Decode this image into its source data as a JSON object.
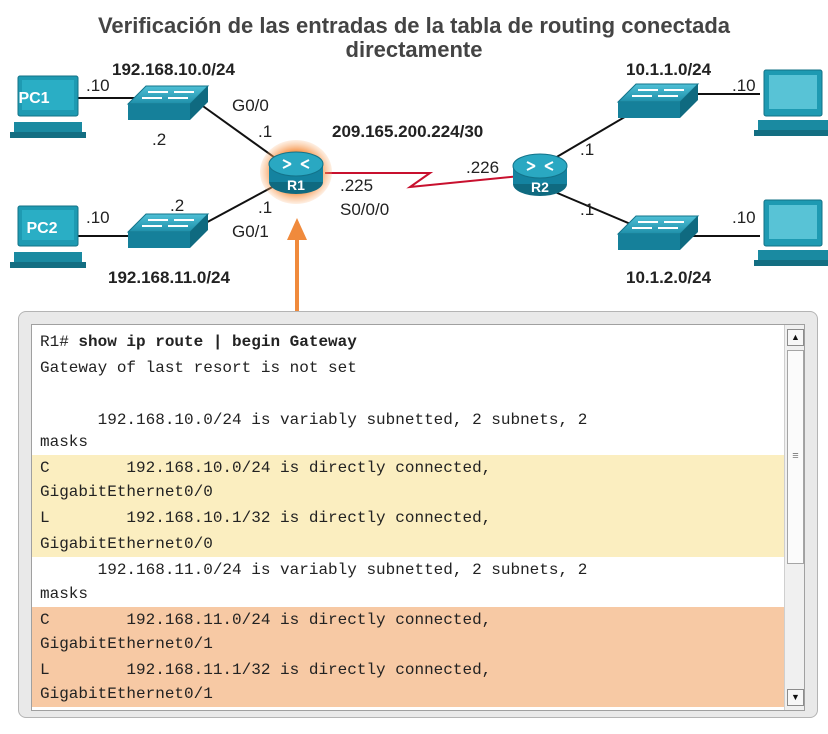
{
  "title": "Verificación de las entradas de la tabla de routing conectada directamente",
  "title_lines": [
    "Verificación de las entradas de la tabla de routing conectada",
    "directamente"
  ],
  "colors": {
    "router": "#1a8ea6",
    "router_glow": "#f47b20",
    "serial_link": "#c8102e",
    "switch": "#1e96b0",
    "pc": "#1f9ab1",
    "highlight_yellow": "#fbeec0",
    "highlight_orange": "#f7c9a4",
    "arrow": "#f08a3c"
  },
  "devices": {
    "pc1": {
      "label": "PC1",
      "host": ".10"
    },
    "pc2": {
      "label": "PC2",
      "host": ".10"
    },
    "pc3": {
      "label": "",
      "host": ".10"
    },
    "pc4": {
      "label": "",
      "host": ".10"
    },
    "r1": {
      "label": "R1"
    },
    "r2": {
      "label": "R2"
    }
  },
  "networks": {
    "lan1": "192.168.10.0/24",
    "lan2": "192.168.11.0/24",
    "wan": "209.165.200.224/30",
    "lan3": "10.1.1.0/24",
    "lan4": "10.1.2.0/24"
  },
  "addresses": {
    "sw1": ".2",
    "sw2": ".2",
    "r1_g00": ".1",
    "r1_g01": ".1",
    "r1_s000": ".225",
    "r2_s": ".226",
    "r2_g_top": ".1",
    "r2_g_bottom": ".1"
  },
  "interfaces": {
    "g00": "G0/0",
    "g01": "G0/1",
    "s000": "S0/0/0"
  },
  "terminal": {
    "lines": [
      {
        "prefix": "R1# ",
        "command": "show ip route | begin Gateway",
        "highlight": ""
      },
      {
        "text": "Gateway of last resort is not set",
        "highlight": ""
      },
      {
        "text": "",
        "highlight": ""
      },
      {
        "text": "      192.168.10.0/24 is variably subnetted, 2 subnets, 2",
        "highlight": ""
      },
      {
        "text": "masks",
        "highlight": ""
      },
      {
        "text": "C        192.168.10.0/24 is directly connected,",
        "highlight": "y"
      },
      {
        "text": "GigabitEthernet0/0",
        "highlight": "y"
      },
      {
        "text": "L        192.168.10.1/32 is directly connected,",
        "highlight": "y"
      },
      {
        "text": "GigabitEthernet0/0",
        "highlight": "y"
      },
      {
        "text": "      192.168.11.0/24 is variably subnetted, 2 subnets, 2",
        "highlight": ""
      },
      {
        "text": "masks",
        "highlight": ""
      },
      {
        "text": "C        192.168.11.0/24 is directly connected,",
        "highlight": "o"
      },
      {
        "text": "GigabitEthernet0/1",
        "highlight": "o"
      },
      {
        "text": "L        192.168.11.1/32 is directly connected,",
        "highlight": "o"
      },
      {
        "text": "GigabitEthernet0/1",
        "highlight": "o"
      }
    ],
    "scroll_up": "▲",
    "scroll_down": "▼",
    "scroll_grip": "≡"
  }
}
